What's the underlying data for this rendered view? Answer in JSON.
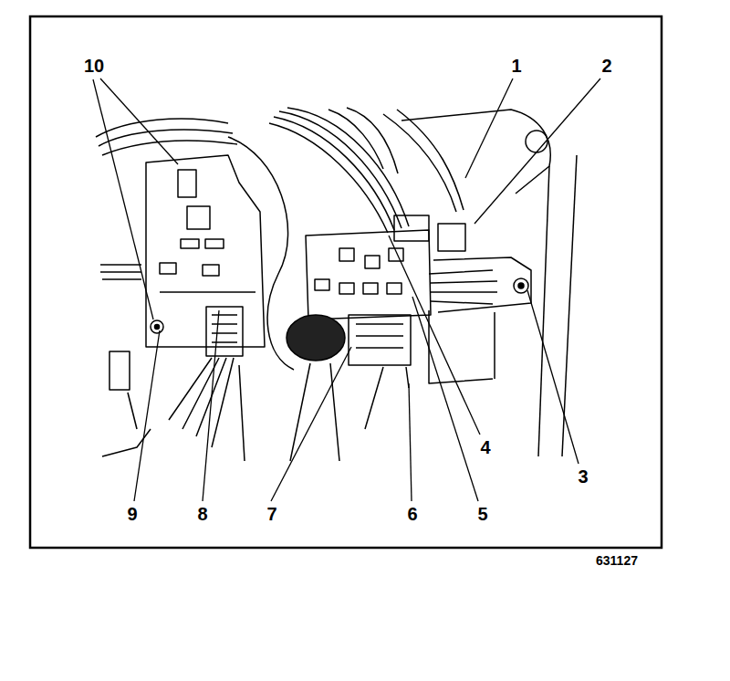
{
  "diagram": {
    "labels": [
      "10",
      "1",
      "2",
      "3",
      "4",
      "9",
      "8",
      "7",
      "6",
      "5",
      "631127"
    ]
  }
}
